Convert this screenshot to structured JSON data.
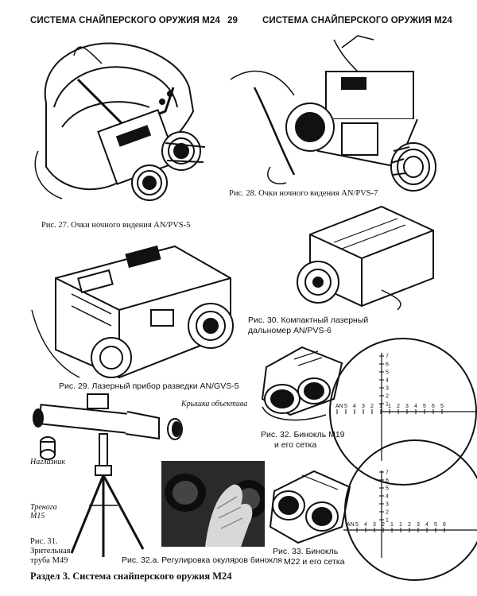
{
  "header": {
    "left_title": "СИСТЕМА СНАЙПЕРСКОГО ОРУЖИЯ М24",
    "page_number": "29",
    "right_title": "СИСТЕМА СНАЙПЕРСКОГО ОРУЖИЯ М24"
  },
  "captions": {
    "fig27": "Рис. 27. Очки ночного видения AN/PVS-5",
    "fig28": "Рис. 28. Очки ночного видения AN/PVS-7",
    "fig29": "Рис. 29. Лазерный прибор разведки AN/GVS-5",
    "fig30_line1": "Рис. 30. Компактный лазерный",
    "fig30_line2": "дальномер AN/PVS-6",
    "fig31_line1": "Рис. 31.",
    "fig31_line2": "Зрительная",
    "fig31_line3": "труба М49",
    "fig32": "Рис. 32. Бинокль М19",
    "fig32_line2": "и его сетка",
    "fig32a": "Рис. 32.а. Регулировка окуляров бинокля",
    "fig33": "Рис. 33. Бинокль",
    "fig33_line2": "М22 и его сетка"
  },
  "labels": {
    "lens_cap": "Крышка объектива",
    "eyecup": "Наглазник",
    "tripod_line1": "Тренога",
    "tripod_line2": "М15"
  },
  "reticles": {
    "top": {
      "vertical": [
        "7",
        "6",
        "5",
        "4",
        "3",
        "2",
        "1"
      ],
      "horizontal": [
        "AN",
        "5",
        "4",
        "3",
        "2",
        "1",
        "1",
        "2",
        "3",
        "4",
        "5",
        "6",
        "5"
      ]
    },
    "bottom": {
      "vertical": [
        "7",
        "6",
        "5",
        "4",
        "3",
        "2",
        "1"
      ],
      "horizontal": [
        "AN",
        "5",
        "4",
        "3",
        "2",
        "1",
        "1",
        "2",
        "3",
        "4",
        "5",
        "6"
      ]
    }
  },
  "footer": {
    "section": "Раздел 3. Система снайперского оружия М24"
  }
}
